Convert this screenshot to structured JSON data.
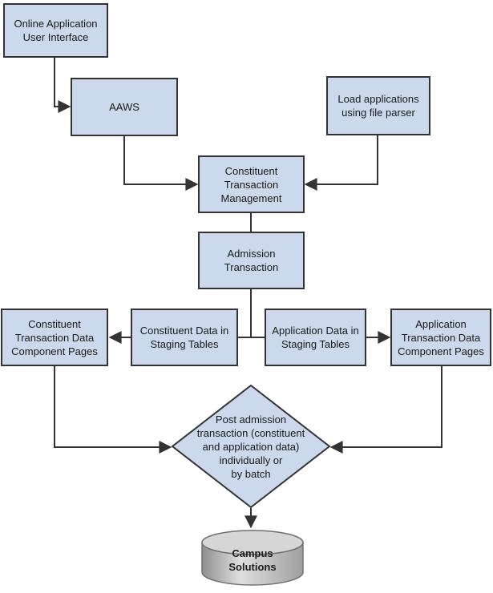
{
  "diagram": {
    "type": "flowchart",
    "nodes": {
      "online_app": {
        "label": "Online Application\nUser Interface"
      },
      "aaws": {
        "label": "AAWS"
      },
      "file_parser": {
        "label": "Load applications\nusing file parser"
      },
      "ctm": {
        "label": "Constituent\nTransaction\nManagement"
      },
      "admission": {
        "label": "Admission\nTransaction"
      },
      "ctd_pages": {
        "label": "Constituent\nTransaction Data\nComponent Pages"
      },
      "cd_staging": {
        "label": "Constituent Data in\nStaging Tables"
      },
      "ad_staging": {
        "label": "Application Data  in\nStaging Tables"
      },
      "atd_pages": {
        "label": "Application\nTransaction Data\nComponent Pages"
      },
      "post_decision": {
        "label": "Post admission\ntransaction (constituent\nand application data)\nindividually or\nby batch"
      },
      "campus_solutions": {
        "label": "Campus\nSolutions"
      }
    },
    "edges": [
      "online_app -> aaws",
      "aaws -> ctm",
      "file_parser -> ctm",
      "ctm - admission",
      "admission - cd_staging",
      "admission - ad_staging",
      "cd_staging -> ctd_pages",
      "ad_staging -> atd_pages",
      "ctd_pages -> post_decision",
      "atd_pages -> post_decision",
      "post_decision -> campus_solutions"
    ],
    "colors": {
      "node_fill": "#ccd8eb",
      "node_border": "#333333",
      "arrow": "#333333",
      "cylinder_dark": "#8f8f8f",
      "cylinder_light": "#dfdfdf",
      "cylinder_top": "#d6d6d6",
      "background": "#ffffff"
    }
  }
}
